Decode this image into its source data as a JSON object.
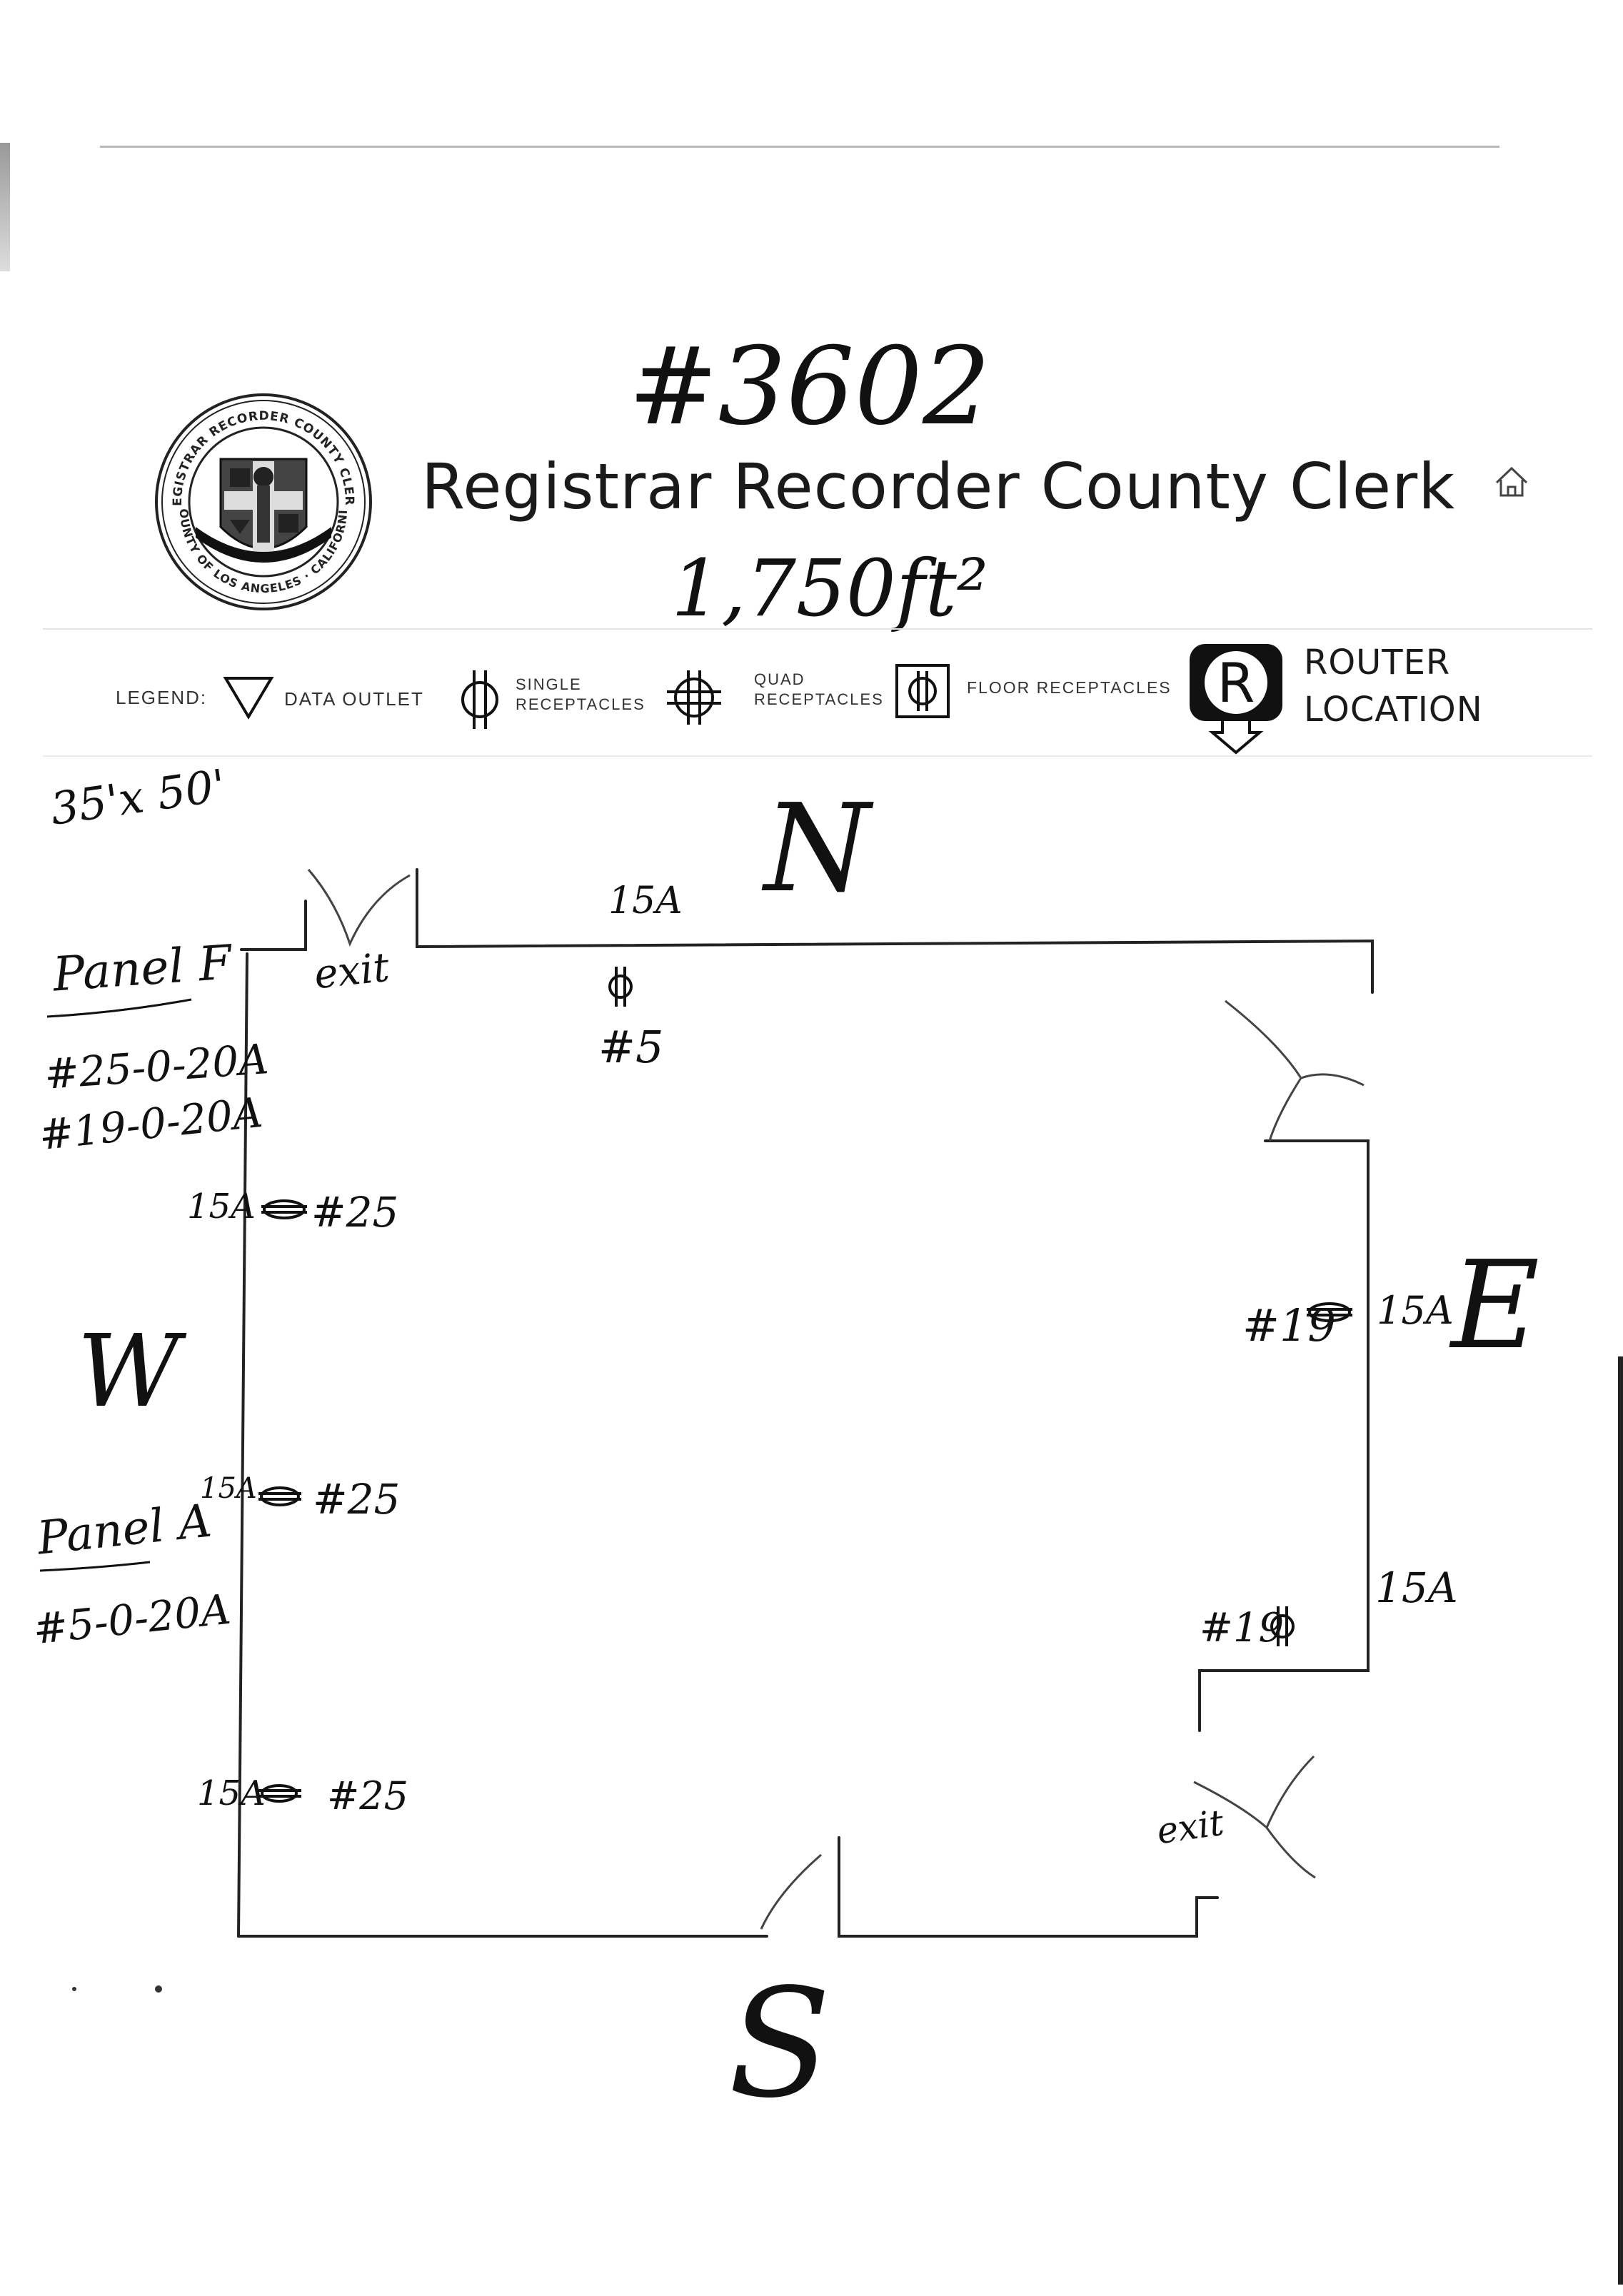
{
  "header": {
    "site_number": "#3602",
    "title": "Registrar Recorder County Clerk",
    "area": "1,750ft²"
  },
  "seal": {
    "ring_text_top": "REGISTRAR RECORDER COUNTY CLERK",
    "ring_text_bottom": "COUNTY OF LOS ANGELES · CALIFORNIA"
  },
  "legend": {
    "label": "LEGEND:",
    "data_outlet": "DATA OUTLET",
    "single_receptacles": [
      "SINGLE",
      "RECEPTACLES"
    ],
    "quad_receptacles": [
      "QUAD",
      "RECEPTACLES"
    ],
    "floor_receptacles": "FLOOR RECEPTACLES",
    "router_letter": "R",
    "router_location": [
      "ROUTER",
      "LOCATION"
    ]
  },
  "dimensions": "35'x 50'",
  "compass": {
    "north": "N",
    "south": "S",
    "east": "E",
    "west": "W"
  },
  "panels": {
    "panel_f": {
      "name": "Panel F",
      "circuits": [
        "#25-0-20A",
        "#19-0-20A"
      ]
    },
    "panel_a": {
      "name": "Panel A",
      "circuits": [
        "#5-0-20A"
      ]
    }
  },
  "annotations": {
    "exit_nw": "exit",
    "exit_se": "exit",
    "north_amp": "15A",
    "north_circuit": "#5",
    "west_1_amp": "15A",
    "west_1_circuit": "#25",
    "west_2_amp": "15A",
    "west_2_circuit": "#25",
    "west_3_amp": "15A",
    "west_3_circuit": "#25",
    "east_1_circuit": "#19",
    "east_1_amp": "15A",
    "east_2_circuit": "#19",
    "east_2_amp": "15A"
  },
  "colors": {
    "ink": "#111111",
    "print": "#1a1a1a",
    "seal": "#222222"
  }
}
